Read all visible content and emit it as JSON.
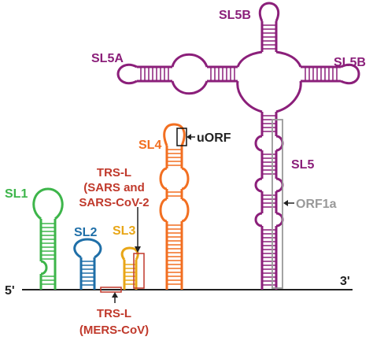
{
  "labels": {
    "five_prime": "5'",
    "three_prime": "3'",
    "sl1": "SL1",
    "sl2": "SL2",
    "sl3": "SL3",
    "sl4": "SL4",
    "sl5": "SL5",
    "sl5a": "SL5A",
    "sl5b_top": "SL5B",
    "sl5b_right": "SL5B",
    "uorf": "uORF",
    "orf1a": "ORF1a",
    "trs_sars_line1": "TRS-L",
    "trs_sars_line2": "(SARS and",
    "trs_sars_line3": "SARS-CoV-2",
    "trs_mers_line1": "TRS-L",
    "trs_mers_line2": "(MERS-CoV)"
  },
  "colors": {
    "backbone": "#222222",
    "sl1": "#3db54a",
    "sl2": "#1f6fa8",
    "sl3": "#e8a617",
    "sl4": "#f26f21",
    "sl5": "#8b1f7a",
    "trs": "#c0392b",
    "orf1a": "#999999",
    "uorf_box": "#111111"
  }
}
